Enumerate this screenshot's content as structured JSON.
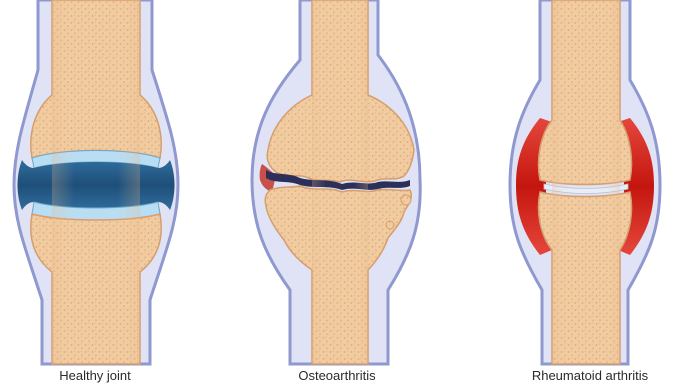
{
  "labels": {
    "healthy": "Healthy joint",
    "osteo": "Osteoarthritis",
    "rheumatoid": "Rheumatoid arthritis"
  },
  "colors": {
    "bone": "#f2cca1",
    "bone_edge": "#d69e6c",
    "bone_speckle": "#c98a56",
    "cartilage": "#b9ddf2",
    "synovial_fluid": "#245a86",
    "capsule": "#8f98cf",
    "capsule_fill": "#dfe3f5",
    "inflammation": "#d7241c",
    "osteo_gap": "#2c2f58",
    "text": "#2b2b2b"
  }
}
